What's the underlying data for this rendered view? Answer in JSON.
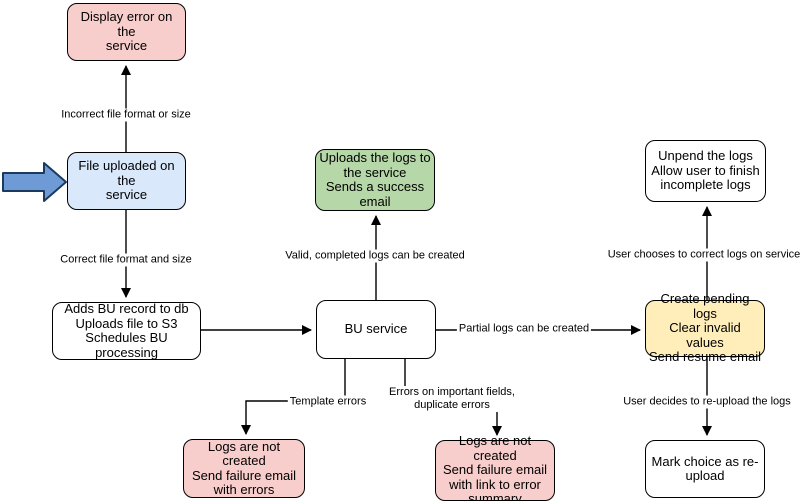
{
  "diagram": {
    "nodes": {
      "display_error": {
        "label": "Display error on the\nservice",
        "fill": "#f8cecc"
      },
      "file_uploaded": {
        "label": "File uploaded on the\nservice",
        "fill": "#dae8fc"
      },
      "adds_bu_record": {
        "label": "Adds BU record to db\nUploads file to S3\nSchedules BU processing",
        "fill": "#ffffff"
      },
      "bu_service": {
        "label": "BU service",
        "fill": "#ffffff"
      },
      "uploads_logs": {
        "label": "Uploads the logs to\nthe service\nSends a success\nemail",
        "fill": "#b6d7a8"
      },
      "unpend_logs": {
        "label": "Unpend the logs\nAllow user to finish\nincomplete logs",
        "fill": "#ffffff"
      },
      "create_pending_logs": {
        "label": "Create pending logs\nClear invalid values\nSend resume email",
        "fill": "#ffeeba"
      },
      "mark_choice_reupload": {
        "label": "Mark choice as re-\nupload",
        "fill": "#ffffff"
      },
      "logs_not_created_errors": {
        "label": "Logs are not created\nSend failure email\nwith errors",
        "fill": "#f8cecc"
      },
      "logs_not_created_summary": {
        "label": "Logs are not created\nSend failure email\nwith link to error\nsummary",
        "fill": "#f8cecc"
      }
    },
    "edge_labels": {
      "incorrect_file": "Incorrect file format or size",
      "correct_file": "Correct file format and size",
      "valid_logs": "Valid, completed logs can be created",
      "partial_logs": "Partial logs can be created",
      "template_errors": "Template errors",
      "field_errors": "Errors on important fields,\nduplicate errors",
      "user_chooses": "User chooses to correct logs on service",
      "user_decides": "User decides to re-upload the logs"
    },
    "colors": {
      "node_pink": "#f8cecc",
      "node_blue": "#dae8fc",
      "node_green": "#b6d7a8",
      "node_yellow": "#ffeeba",
      "node_white": "#ffffff",
      "input_arrow_fill": "#6e9bd6",
      "input_arrow_stroke": "#1c3a5e",
      "line": "#000000"
    }
  }
}
